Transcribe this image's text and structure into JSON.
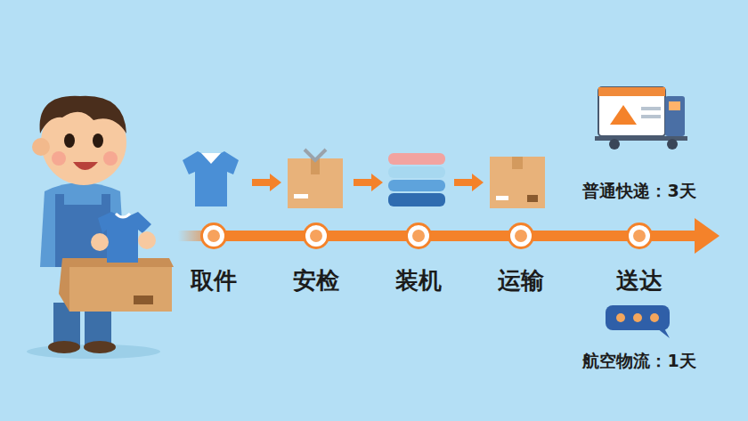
{
  "diagram": {
    "nodes": [
      {
        "text": [
          "取件"
        ]
      },
      {
        "text": [
          "安检"
        ]
      },
      {
        "text": [
          "装机"
        ]
      },
      {
        "text": [
          "运输"
        ]
      },
      {
        "text": [
          "送达"
        ]
      }
    ],
    "edges": [
      {
        "from": 0,
        "to": 1,
        "arrow": "none"
      },
      {
        "from": 1,
        "to": 2,
        "arrow": "none"
      },
      {
        "from": 2,
        "to": 3,
        "arrow": "none"
      },
      {
        "from": 3,
        "to": 4,
        "arrow": "none"
      }
    ],
    "labels": [
      "普通快递：3天",
      "航空物流：1天"
    ]
  }
}
